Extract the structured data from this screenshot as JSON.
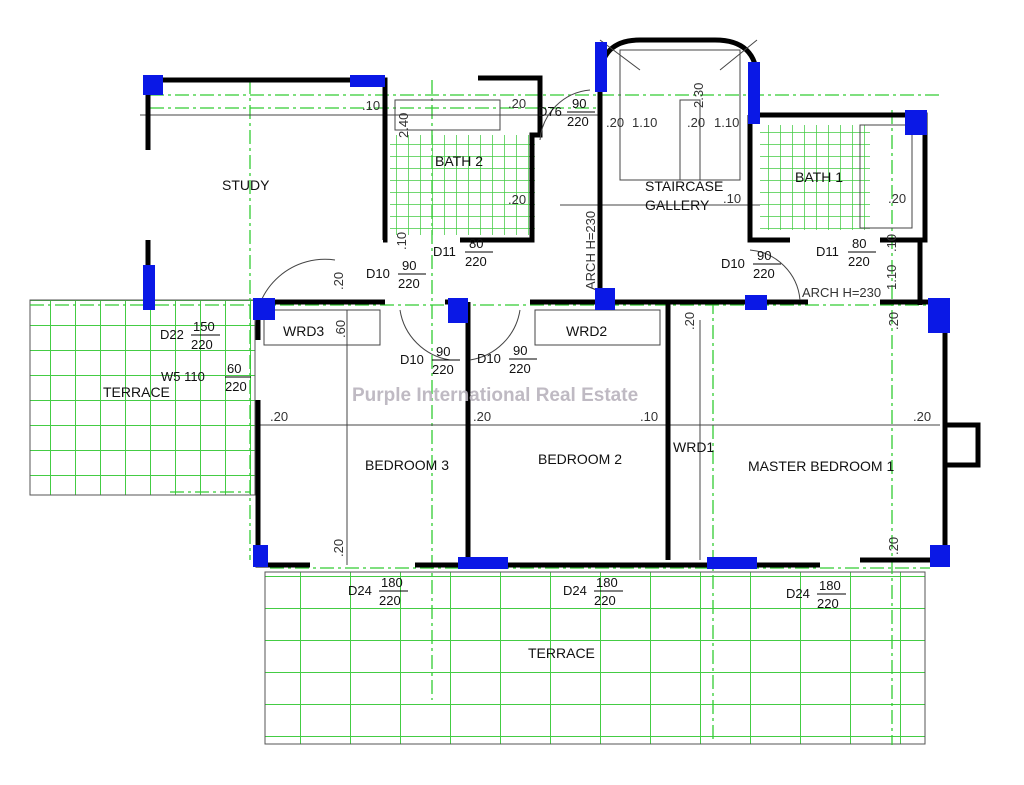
{
  "watermark": "Purple International Real Estate",
  "rooms": {
    "study": "STUDY",
    "bath2": "BATH 2",
    "bath1": "BATH 1",
    "staircase_line1": "STAIRCASE",
    "staircase_line2": "GALLERY",
    "wrd3": "WRD3",
    "wrd2": "WRD2",
    "wrd1": "WRD1",
    "bedroom3": "BEDROOM 3",
    "bedroom2": "BEDROOM 2",
    "master": "MASTER BEDROOM 1",
    "terrace_left": "TERRACE",
    "terrace_bottom": "TERRACE"
  },
  "openings": [
    {
      "code": "D76",
      "w": "90",
      "h": "220"
    },
    {
      "code": "D11",
      "w": "80",
      "h": "220"
    },
    {
      "code": "D10",
      "w": "90",
      "h": "220"
    },
    {
      "code": "D10",
      "w": "90",
      "h": "220"
    },
    {
      "code": "D11",
      "w": "80",
      "h": "220"
    },
    {
      "code": "D22",
      "w": "150",
      "h": "220"
    },
    {
      "code": "W5 110",
      "w": "60",
      "h": "220"
    },
    {
      "code": "D10",
      "w": "90",
      "h": "220"
    },
    {
      "code": "D10",
      "w": "90",
      "h": "220"
    },
    {
      "code": "D24",
      "w": "180",
      "h": "220"
    },
    {
      "code": "D24",
      "w": "180",
      "h": "220"
    },
    {
      "code": "D24",
      "w": "180",
      "h": "220"
    }
  ],
  "arches": [
    "ARCH H=230",
    "ARCH H=230"
  ],
  "dims": [
    ".10",
    ".20",
    "2.40",
    ".20",
    ".20",
    "1.10",
    ".20",
    "1.10",
    "2.30",
    ".10",
    ".20",
    ".10",
    ".10",
    "1.10",
    ".60",
    ".20",
    ".20",
    ".10",
    ".20",
    ".20",
    ".20",
    ".20",
    ".20",
    ".20"
  ],
  "colors": {
    "wall": "#000000",
    "column": "#0a18e6",
    "tile": "#33cc33"
  }
}
